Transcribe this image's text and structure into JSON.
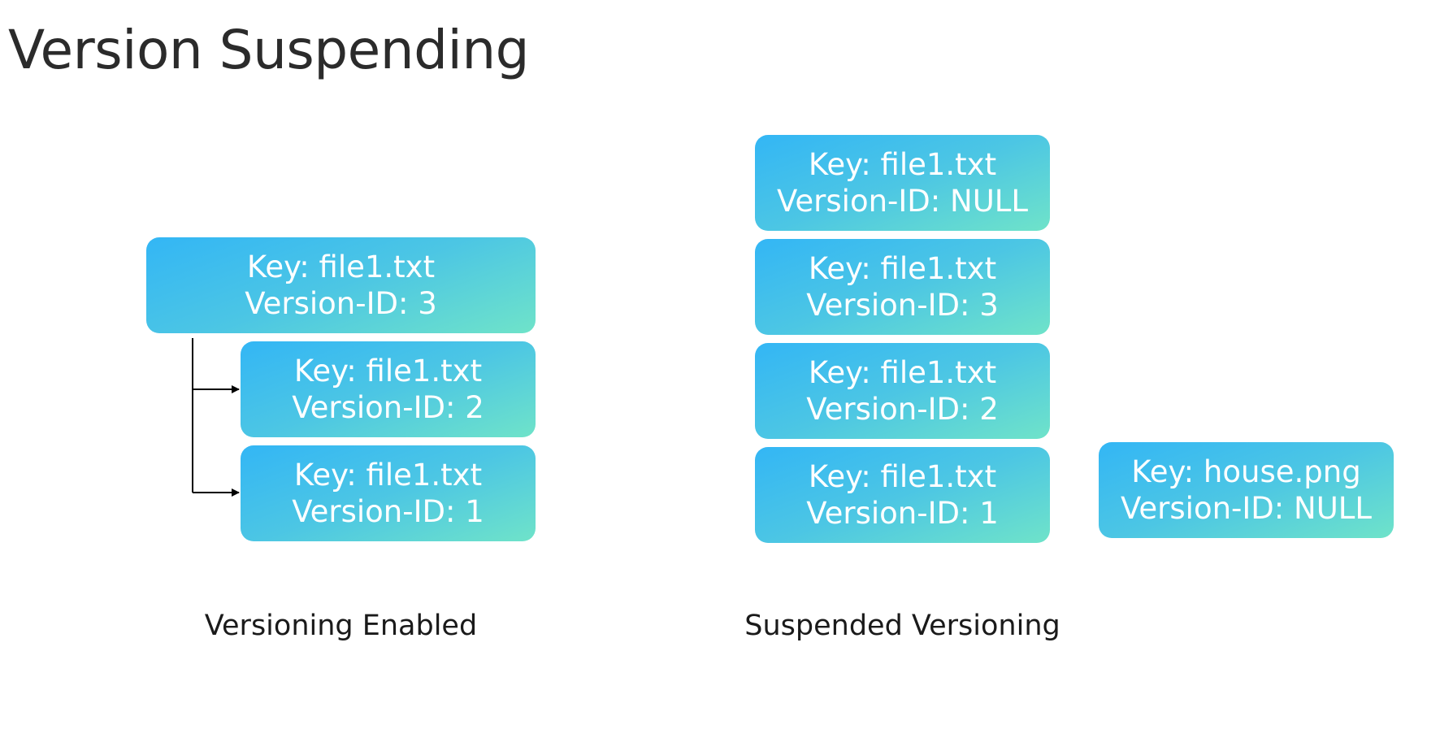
{
  "title": "Version Suspending",
  "enabled": {
    "caption": "Versioning Enabled",
    "objects": [
      {
        "key": "Key: file1.txt",
        "version": "Version-ID: 3"
      },
      {
        "key": "Key: file1.txt",
        "version": "Version-ID: 2"
      },
      {
        "key": "Key: file1.txt",
        "version": "Version-ID: 1"
      }
    ]
  },
  "suspended": {
    "caption": "Suspended Versioning",
    "objects": [
      {
        "key": "Key: file1.txt",
        "version": "Version-ID: NULL"
      },
      {
        "key": "Key: file1.txt",
        "version": "Version-ID: 3"
      },
      {
        "key": "Key: file1.txt",
        "version": "Version-ID: 2"
      },
      {
        "key": "Key: file1.txt",
        "version": "Version-ID: 1"
      }
    ],
    "extra_object": {
      "key": "Key: house.png",
      "version": "Version-ID: NULL"
    }
  },
  "colors": {
    "box_gradient_start": "#33b6f5",
    "box_gradient_end": "#6fe3c9",
    "box_text": "#ffffff",
    "title_text": "#2b2b2b"
  }
}
